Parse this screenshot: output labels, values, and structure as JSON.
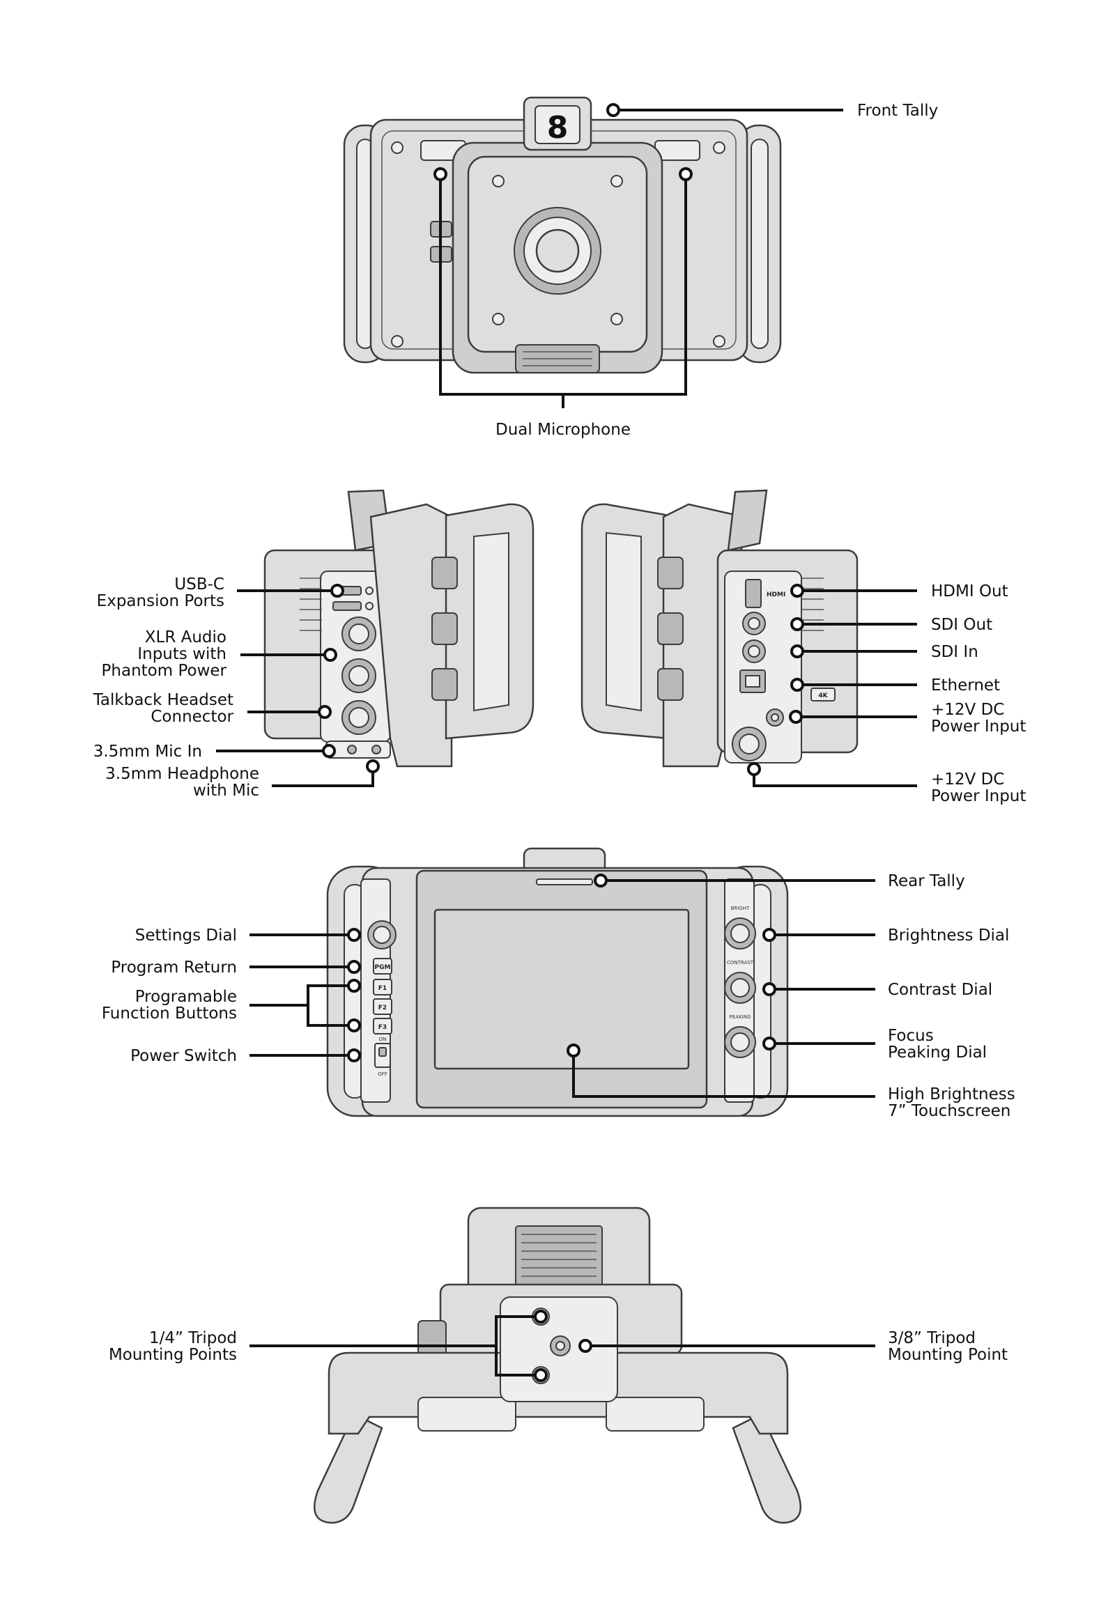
{
  "views": {
    "front": {
      "tally_number": "8",
      "labels": {
        "front_tally": "Front Tally",
        "dual_microphone": "Dual Microphone"
      }
    },
    "left_side": {
      "labels": {
        "usb_c": [
          "USB-C",
          "Expansion Ports"
        ],
        "xlr_audio": [
          "XLR Audio",
          "Inputs with",
          "Phantom Power"
        ],
        "talkback": [
          "Talkback Headset",
          "Connector"
        ],
        "mic_in": "3.5mm Mic In",
        "headphone": [
          "3.5mm Headphone",
          "with Mic"
        ]
      }
    },
    "right_side": {
      "badge": "4K",
      "hdmi_mark": "HDMI",
      "labels": {
        "hdmi_out": "HDMI Out",
        "sdi_out": "SDI Out",
        "sdi_in": "SDI In",
        "ethernet": "Ethernet",
        "power_12v_a": [
          "+12V DC",
          "Power Input"
        ],
        "power_12v_b": [
          "+12V DC",
          "Power Input"
        ]
      }
    },
    "rear": {
      "buttons": [
        "PGM",
        "F1",
        "F2",
        "F3"
      ],
      "switch_on": "ON",
      "switch_off": "OFF",
      "dial_marks": [
        "BRIGHT",
        "CONTRAST",
        "PEAKING"
      ],
      "labels": {
        "settings_dial": "Settings Dial",
        "program_return": "Program Return",
        "programmable": [
          "Programable",
          "Function Buttons"
        ],
        "power_switch": "Power Switch",
        "rear_tally": "Rear Tally",
        "brightness_dial": "Brightness Dial",
        "contrast_dial": "Contrast Dial",
        "focus_peaking": [
          "Focus",
          "Peaking Dial"
        ],
        "touchscreen": [
          "High Brightness",
          "7” Touchscreen"
        ]
      }
    },
    "bottom": {
      "labels": {
        "quarter_tripod": [
          "1/4” Tripod",
          "Mounting Points"
        ],
        "three_eighths_tripod": [
          "3/8” Tripod",
          "Mounting Point"
        ]
      }
    }
  }
}
